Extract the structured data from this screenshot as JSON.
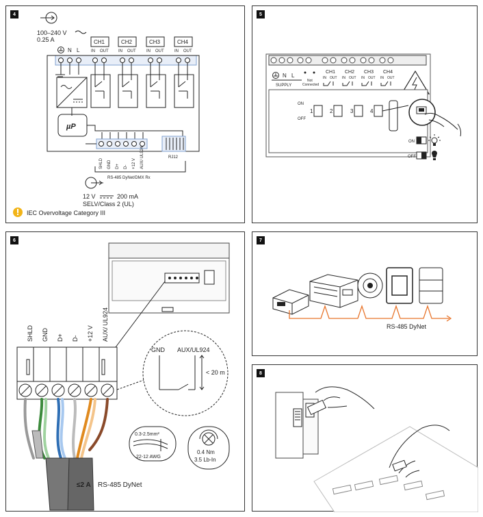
{
  "panel4": {
    "number": "4",
    "supply_voltage": "100–240 V",
    "supply_current": "0.25 A",
    "terminals": [
      "N",
      "L"
    ],
    "channels": [
      "CH1",
      "CH2",
      "CH3",
      "CH4"
    ],
    "in_label": "IN",
    "out_label": "OUT",
    "micro_label": "µP",
    "bus_terminals": [
      "SHLD",
      "GND",
      "D+",
      "D-",
      "+12 V",
      "AUX/ UL924"
    ],
    "rj12_label": "RJ12",
    "bus_caption": "RS-485 DyNet/DMX Rx",
    "out_voltage": "12 V",
    "out_current": "200 mA",
    "selv": "SELV/Class 2 (UL)",
    "iec_note": "IEC Overvoltage Category III"
  },
  "panel5": {
    "number": "5",
    "terminals": [
      "N",
      "L"
    ],
    "supply_label": "SUPPLY",
    "not_connected": [
      "Not",
      "Connected"
    ],
    "channels": [
      "CH1",
      "CH2",
      "CH3",
      "CH4"
    ],
    "in_label": "IN",
    "out_label": "OUT",
    "on_label": "ON",
    "off_label": "OFF",
    "switches": [
      "1",
      "2",
      "3",
      "4"
    ]
  },
  "panel6": {
    "number": "6",
    "terminals": [
      "SHLD",
      "GND",
      "D+",
      "D-",
      "+12 V",
      "AUX/ UL924"
    ],
    "detail_gnd": "GND",
    "detail_aux": "AUX/UL924",
    "detail_length": "< 20 m",
    "wire_size_mm": "0.3-2.5mm²",
    "wire_size_awg": "22-12 AWG",
    "torque_nm": "0.4 Nm",
    "torque_lbin": "3.5 Lb-In",
    "fuse": "≤2 A",
    "bus_label": "RS-485 DyNet"
  },
  "panel7": {
    "number": "7",
    "bus_label": "RS-485 DyNet"
  },
  "panel8": {
    "number": "8"
  }
}
